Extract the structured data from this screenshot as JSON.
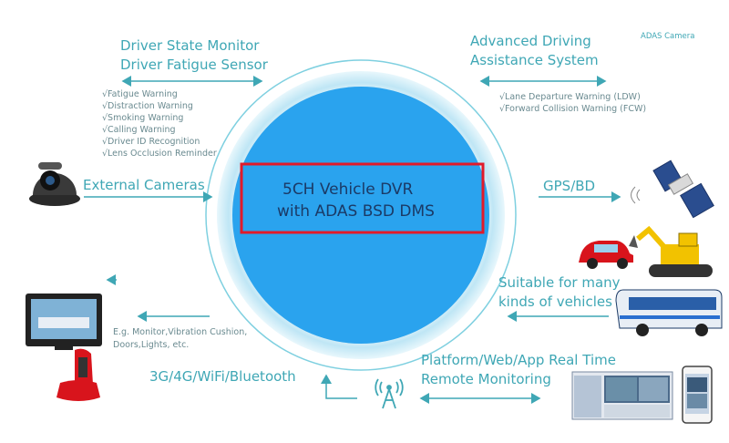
{
  "center": {
    "line1": "5CH Vehicle DVR",
    "line2": "with ADAS BSD DMS"
  },
  "dsm": {
    "title1": "Driver State Monitor",
    "title2": "Driver Fatigue Sensor",
    "features": [
      "√Fatigue Warning",
      "√Distraction Warning",
      "√Smoking Warning",
      "√Calling Warning",
      "√Driver ID Recognition",
      "√Lens Occlusion Reminder"
    ]
  },
  "adas": {
    "title1": "Advanced Driving",
    "title2": "Assistance System",
    "camera_label": "ADAS Camera",
    "features": [
      "√Lane Departure Warning (LDW)",
      "√Forward Collision Warning (FCW)"
    ]
  },
  "external_cameras": "External Cameras",
  "gps": "GPS/BD",
  "vehicles": {
    "line1": "Suitable for many",
    "line2": "kinds of vehicles"
  },
  "peripherals": {
    "line1": "E.g. Monitor,Vibration Cushion,",
    "line2": "Doors,Lights, etc."
  },
  "connectivity": "3G/4G/WiFi/Bluetooth",
  "platform": {
    "line1": "Platform/Web/App Real Time",
    "line2": "Remote Monitoring"
  },
  "colors": {
    "accent": "#3fa7b5",
    "circle": "#2aa3ee",
    "highlight": "#e11a2a"
  }
}
